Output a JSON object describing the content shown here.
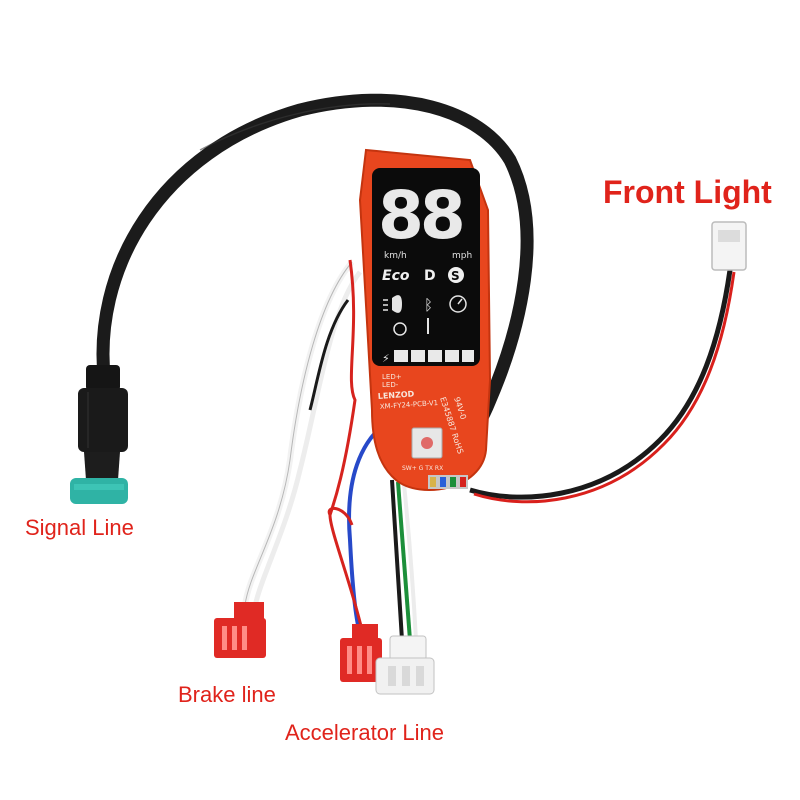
{
  "labels": {
    "front_light": "Front Light",
    "signal_line": "Signal Line",
    "brake_line": "Brake line",
    "accelerator_line": "Accelerator Line"
  },
  "display": {
    "speed": "88",
    "kmh": "km/h",
    "mph": "mph",
    "mode_eco": "Eco",
    "mode_d": "D",
    "mode_s": "S"
  },
  "pcb": {
    "brand": "LENZOD",
    "model": "XM-FY24-PCB-V1",
    "cert_code": "E345887 RoHS",
    "rating": "94V-0",
    "led_plus": "LED+",
    "led_minus": "LED-",
    "pins": "SW+ G TX RX"
  },
  "colors": {
    "label_red": "#e0231b",
    "pcb_orange": "#e8461e",
    "cable_black": "#1a1a1a",
    "connector_teal": "#2fb3a5",
    "connector_red": "#e02a25"
  }
}
